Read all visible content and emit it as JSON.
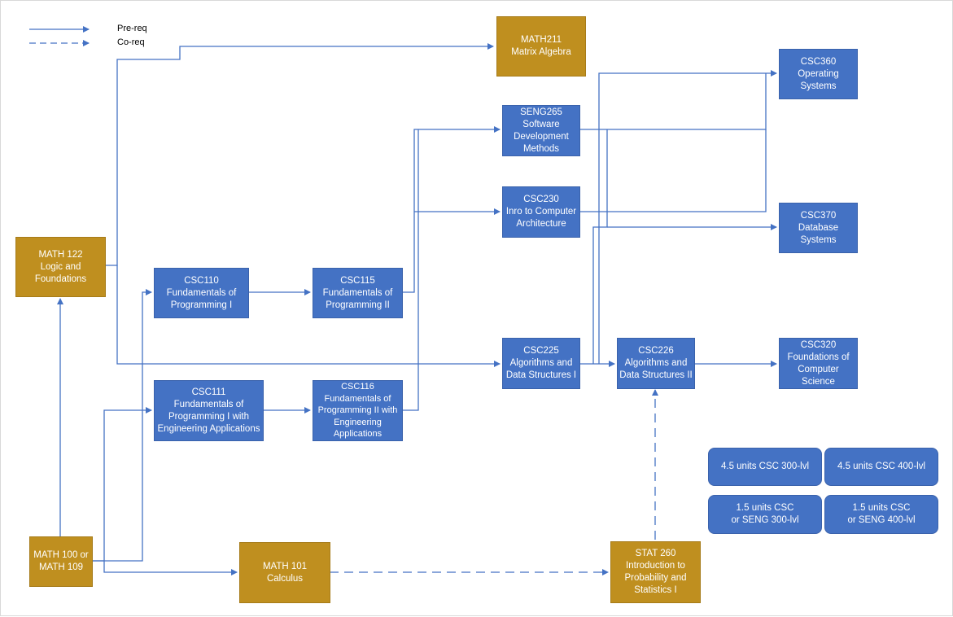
{
  "legend": {
    "prereq_label": "Pre-req",
    "coreq_label": "Co-req"
  },
  "colors": {
    "course_fill": "#4472c4",
    "math_fill": "#bf8f1f",
    "connector": "#4472c4"
  },
  "courses": {
    "math211": [
      "MATH211",
      "Matrix Algebra"
    ],
    "math122": [
      "MATH 122",
      "Logic and",
      "Foundations"
    ],
    "math100": [
      "MATH 100 or",
      "MATH 109"
    ],
    "math101": [
      "MATH 101",
      "Calculus"
    ],
    "stat260": [
      "STAT 260",
      "Introduction to",
      "Probability and",
      "Statistics I"
    ],
    "csc110": [
      "CSC110",
      "Fundamentals of",
      "Programming I"
    ],
    "csc111": [
      "CSC111",
      "Fundamentals of",
      "Programming I with",
      "Engineering Applications"
    ],
    "csc115": [
      "CSC115",
      "Fundamentals of",
      "Programming II"
    ],
    "csc116": [
      "CSC116",
      "Fundamentals of",
      "Programming II with",
      "Engineering",
      "Applications"
    ],
    "seng265": [
      "SENG265",
      "Software",
      "Development",
      "Methods"
    ],
    "csc230": [
      "CSC230",
      "Inro to Computer",
      "Architecture"
    ],
    "csc225": [
      "CSC225",
      "Algorithms and",
      "Data Structures I"
    ],
    "csc226": [
      "CSC226",
      "Algorithms and",
      "Data Structures II"
    ],
    "csc360": [
      "CSC360",
      "Operating",
      "Systems"
    ],
    "csc370": [
      "CSC370",
      "Database",
      "Systems"
    ],
    "csc320": [
      "CSC320",
      "Foundations of",
      "Computer",
      "Science"
    ]
  },
  "electives": {
    "csc300": [
      "4.5 units CSC 300-lvl"
    ],
    "csc400": [
      "4.5 units CSC 400-lvl"
    ],
    "seng300": [
      "1.5 units CSC",
      "or SENG 300-lvl"
    ],
    "seng400": [
      "1.5 units CSC",
      "or SENG 400-lvl"
    ]
  }
}
